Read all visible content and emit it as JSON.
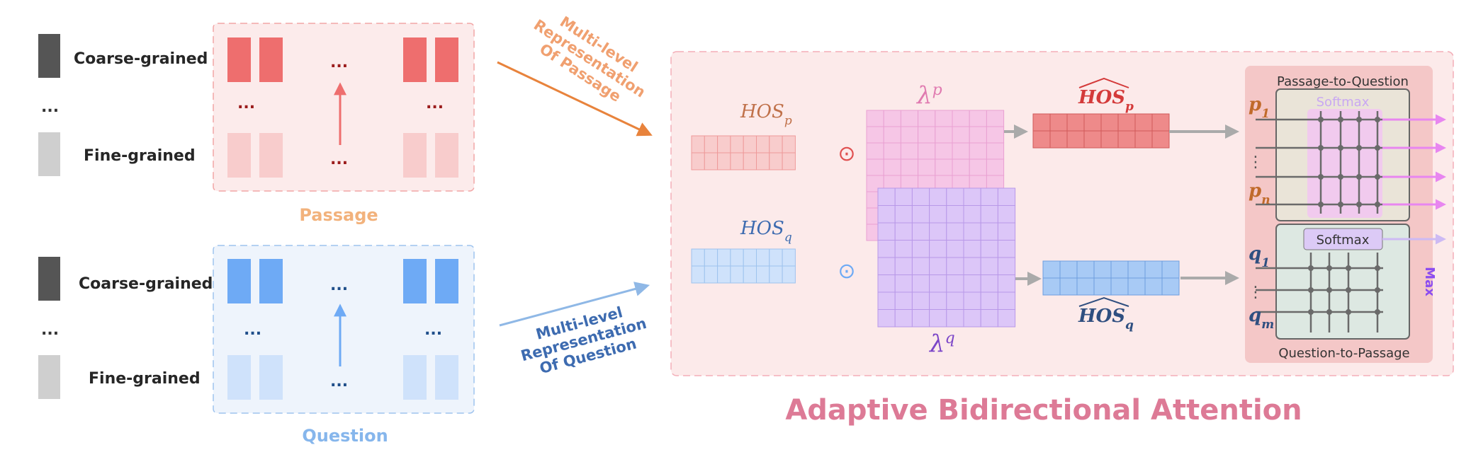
{
  "legend": {
    "passage": {
      "coarse": "Coarse-grained",
      "mid": "...",
      "fine": "Fine-grained"
    },
    "question": {
      "coarse": "Coarse-grained",
      "mid": "...",
      "fine": "Fine-grained"
    }
  },
  "passage_panel": {
    "caption": "Passage",
    "dots": "..."
  },
  "question_panel": {
    "caption": "Question",
    "dots": "..."
  },
  "arrows": {
    "passage": [
      "Multi-level",
      "Representation",
      "Of Passage"
    ],
    "question": [
      "Multi-level",
      "Representation",
      "Of Question"
    ]
  },
  "attention": {
    "title": "Adaptive Bidirectional Attention",
    "hos_p": {
      "base": "HOS",
      "sub": "p"
    },
    "hos_q": {
      "base": "HOS",
      "sub": "q"
    },
    "hos_p_hat": {
      "base": "HOS",
      "sub": "p"
    },
    "hos_q_hat": {
      "base": "HOS",
      "sub": "q"
    },
    "lambda_p": {
      "base": "λ",
      "sup": "p"
    },
    "lambda_q": {
      "base": "λ",
      "sup": "q"
    },
    "odot": "⊙",
    "p2q": {
      "title": "Passage-to-Question",
      "softmax": "Softmax",
      "row_first": {
        "base": "p",
        "sub": "1"
      },
      "row_last": {
        "base": "p",
        "sub": "n"
      },
      "dots": "⋮"
    },
    "q2p": {
      "title": "Question-to-Passage",
      "softmax": "Softmax",
      "row_first": {
        "base": "q",
        "sub": "1"
      },
      "row_last": {
        "base": "q",
        "sub": "m"
      },
      "dots": "⋮"
    },
    "max_label": "Max"
  },
  "colors": {
    "coarse": "#555555",
    "fine": "#cfcfcf",
    "passage_dark": "#ee6e6e",
    "passage_light": "#f8cccc",
    "question_dark": "#6eaaf5",
    "question_light": "#cfe2fb",
    "passage_caption": "#f2b27c",
    "question_caption": "#86b6ec",
    "title": "#dd7a96",
    "pink_grid": "#f6c6e6",
    "purple_grid": "#dcc6f8",
    "violet": "#8c4df0",
    "magenta": "#e886f0"
  }
}
